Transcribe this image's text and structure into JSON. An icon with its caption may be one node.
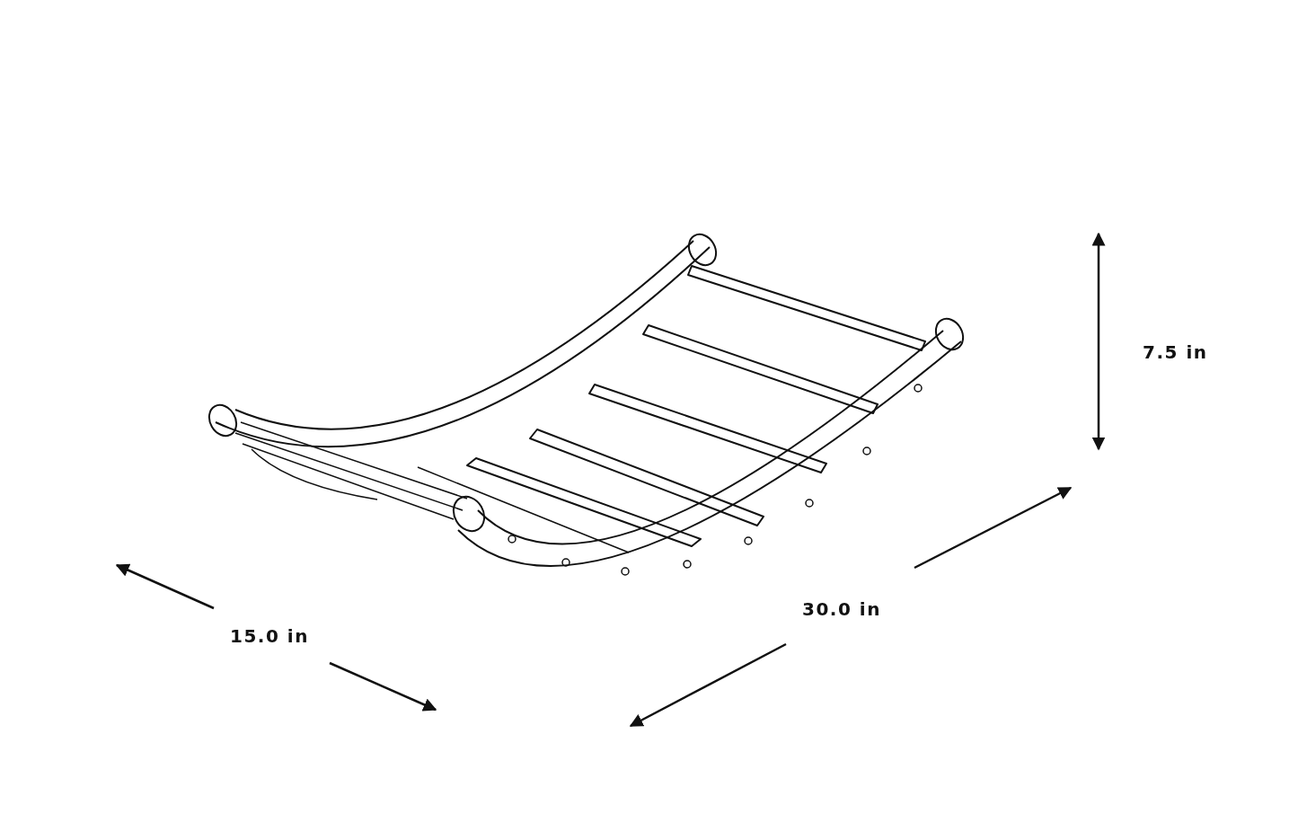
{
  "diagram": {
    "labels": [
      "7.5 in",
      "30.0 in",
      "15.0 in"
    ]
  }
}
